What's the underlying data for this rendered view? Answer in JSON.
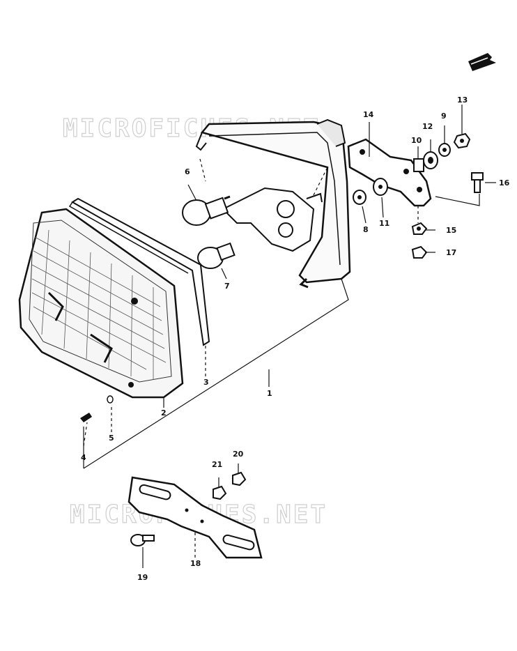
{
  "watermark": {
    "text": "MICROFICHES.NET"
  },
  "parts": [
    {
      "id": "1",
      "label": "1"
    },
    {
      "id": "2",
      "label": "2"
    },
    {
      "id": "3",
      "label": "3"
    },
    {
      "id": "4",
      "label": "4"
    },
    {
      "id": "5",
      "label": "5"
    },
    {
      "id": "6",
      "label": "6"
    },
    {
      "id": "7",
      "label": "7"
    },
    {
      "id": "8",
      "label": "8"
    },
    {
      "id": "9",
      "label": "9"
    },
    {
      "id": "10",
      "label": "10"
    },
    {
      "id": "11",
      "label": "11"
    },
    {
      "id": "12",
      "label": "12"
    },
    {
      "id": "13",
      "label": "13"
    },
    {
      "id": "14",
      "label": "14"
    },
    {
      "id": "15",
      "label": "15"
    },
    {
      "id": "16",
      "label": "16"
    },
    {
      "id": "17",
      "label": "17"
    },
    {
      "id": "18",
      "label": "18"
    },
    {
      "id": "19",
      "label": "19"
    },
    {
      "id": "20",
      "label": "20"
    },
    {
      "id": "21",
      "label": "21"
    }
  ]
}
